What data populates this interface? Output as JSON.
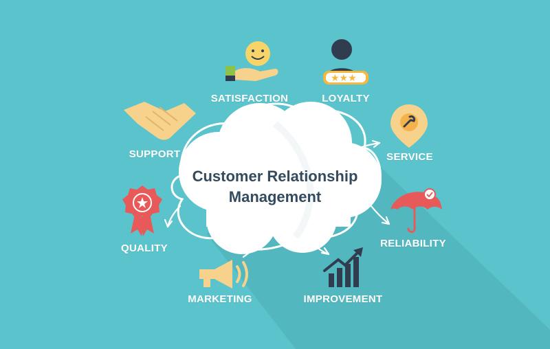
{
  "center": {
    "line1": "Customer Relationship",
    "line2": "Management"
  },
  "labels": {
    "satisfaction": "SATISFACTION",
    "loyalty": "LOYALTY",
    "support": "SUPPORT",
    "service": "SERVICE",
    "quality": "QUALITY",
    "reliability": "RELIABILITY",
    "marketing": "MARKETING",
    "improvement": "IMPROVEMENT"
  },
  "colors": {
    "background": "#5bc3cb",
    "cloud": "#ffffff",
    "title_text": "#344a5e",
    "icon_yellow": "#f6d28c",
    "icon_red": "#e85a5a",
    "icon_dark": "#2f3d4f",
    "icon_green": "#8bc34a"
  },
  "icons": [
    "smiley-face-icon",
    "user-rating-icon",
    "handshake-icon",
    "location-pin-wrench-icon",
    "award-badge-icon",
    "umbrella-check-icon",
    "megaphone-icon",
    "growth-chart-icon"
  ]
}
